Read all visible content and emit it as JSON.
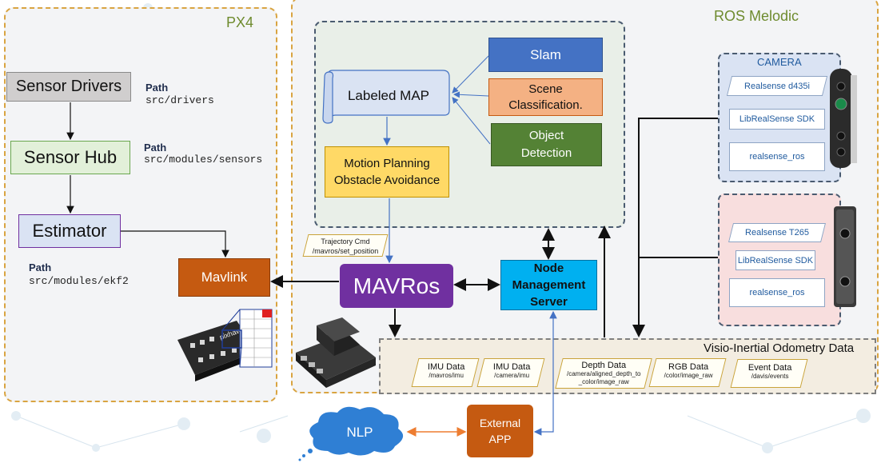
{
  "px4": {
    "title": "PX4",
    "sensor_drivers": "Sensor Drivers",
    "sensor_hub": "Sensor Hub",
    "estimator": "Estimator",
    "mavlink": "Mavlink",
    "path_label": "Path",
    "path_drivers": "src/drivers",
    "path_sensors": "src/modules/sensors",
    "path_ekf2": "src/modules/ekf2",
    "board_brand": "pixhawk"
  },
  "ros": {
    "title": "ROS Melodic",
    "labeled_map": "Labeled MAP",
    "slam": "Slam",
    "scene_classification": "Scene Classification.",
    "object_detection": "Object Detection",
    "motion_planning": "Motion Planning Obstacle Avoidance",
    "trajectory_cmd": "Trajectory Cmd",
    "trajectory_topic": "/mavros/set_position",
    "mavros": "MAVRos",
    "node_management": "Node Management Server",
    "camera_title": "CAMERA",
    "d435i": "Realsense d435i",
    "librealsense_1": "LibRealSense SDK",
    "realsense_ros_1": "realsense_ros",
    "t265": "Realsense T265",
    "librealsense_2": "LibRealSense SDK",
    "realsense_ros_2": "realsense_ros",
    "vio_title": "Visio-Inertial Odometry Data",
    "topics": [
      {
        "name": "IMU Data",
        "path": "/mavros/imu"
      },
      {
        "name": "IMU Data",
        "path": "/camera/imu"
      },
      {
        "name": "Depth Data",
        "path": "/camera/aligned_depth_to_color/image_raw"
      },
      {
        "name": "RGB Data",
        "path": "/color/image_raw"
      },
      {
        "name": "Event Data",
        "path": "/davis/events"
      }
    ]
  },
  "external": {
    "nlp": "NLP",
    "external_app": "External APP"
  },
  "colors": {
    "panel_border": "#d9a441",
    "title_green": "#6e8b2e",
    "slam_blue": "#4472c4",
    "scene_orange": "#f4b183",
    "object_green": "#548235",
    "motion_yellow": "#ffd966",
    "mavros_purple": "#7030a0",
    "node_cyan": "#00b0f0",
    "mavlink_orange": "#c55a11",
    "sensor_gray": "#d0cece",
    "hub_green": "#e2f0d9",
    "estimator_blue": "#dae3f3",
    "nlp_blue": "#2f7fd4",
    "camera_panel_blue": "#dae3f3",
    "camera_panel_pink": "#f8dede"
  }
}
